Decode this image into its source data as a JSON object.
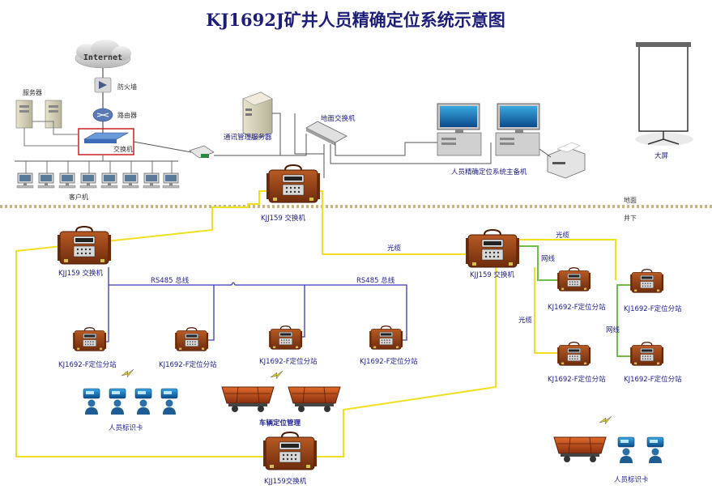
{
  "title": "KJ1692J矿井人员精确定位系统示意图",
  "labels": {
    "internet": "Internet",
    "firewall": "防火墙",
    "router": "路由器",
    "servers": "服务器",
    "switch_top": "交换机",
    "clients": "客户机",
    "comm_server": "通讯管理服务器",
    "ground_switch": "地面交换机",
    "host": "人员精确定位系统主备机",
    "big_screen": "大屏",
    "ground": "地面",
    "underground": "井下",
    "kjj_top": "KJJ159 交换机",
    "kjj_left": "KJJ159 交换机",
    "kjj_right": "KJJ159 交换机",
    "kjj_bottom": "KJJ159交换机",
    "fiber_1": "光缆",
    "fiber_2": "光缆",
    "fiber_3": "光缆",
    "net_1": "网线",
    "net_2": "网线",
    "rs485_1": "RS485 总线",
    "rs485_2": "RS485 总线",
    "sub_1": "KJ1692-F定位分站",
    "sub_2": "KJ1692-F定位分站",
    "sub_3": "KJ1692-F定位分站",
    "sub_4": "KJ1692-F定位分站",
    "sub_5": "KJ1692-F定位分站",
    "sub_6": "KJ1692-F定位分站",
    "sub_7": "KJ1692-F定位分站",
    "sub_8": "KJ1692-F定位分站",
    "person_card_1": "人员标识卡",
    "vehicle_mgmt": "车辆定位管理",
    "person_card_2": "人员标识卡"
  },
  "colors": {
    "title": "#1d1d7a",
    "label": "#1b1b8f",
    "yellow_cable": "#f0e020",
    "blue_bus": "#3a3ab8",
    "green_net": "#6cc04a",
    "dark_line": "#333333",
    "device_body": "#8a3c14"
  }
}
